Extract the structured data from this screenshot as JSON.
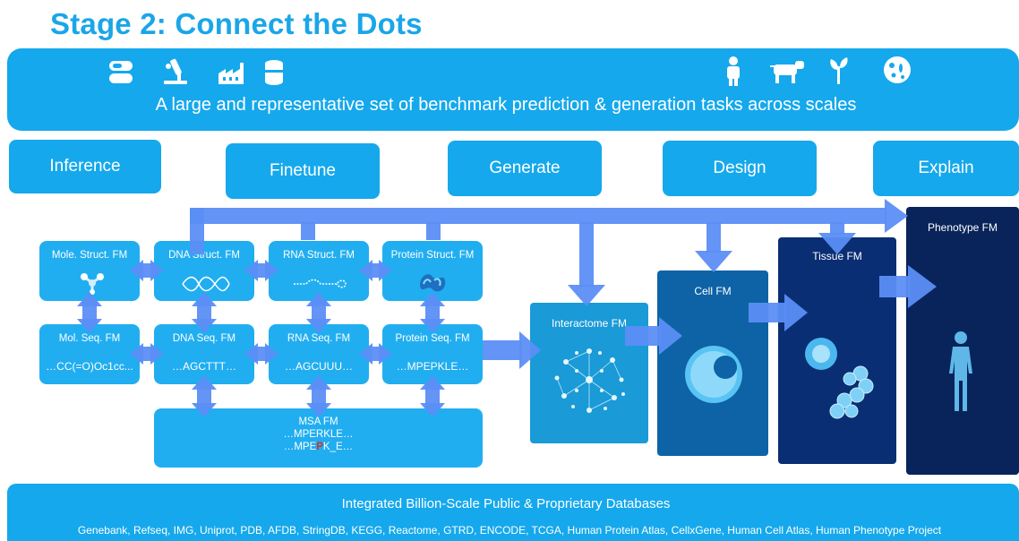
{
  "title": "Stage 2: Connect the Dots",
  "banner": {
    "text": "A large and representative set of benchmark prediction & generation tasks across scales",
    "left_icons": [
      "pill-icon",
      "microscope-icon",
      "factory-icon",
      "can-icon"
    ],
    "right_icons": [
      "person-icon",
      "cow-icon",
      "plant-icon",
      "microbe-icon"
    ]
  },
  "tasks": [
    "Inference",
    "Finetune",
    "Generate",
    "Design",
    "Explain"
  ],
  "struct_row": [
    "Mole. Struct. FM",
    "DNA Struct. FM",
    "RNA Struct. FM",
    "Protein Struct. FM"
  ],
  "seq_row": [
    {
      "label": "Mol. Seq. FM",
      "seq": "…CC(=O)Oc1cc..."
    },
    {
      "label": "DNA Seq. FM",
      "seq": "…AGCTTT…"
    },
    {
      "label": "RNA Seq. FM",
      "seq": "…AGCUUU…"
    },
    {
      "label": "Protein Seq. FM",
      "seq": "…MPEPKLE…"
    }
  ],
  "msa": {
    "label": "MSA FM",
    "line1": "…MPERKLE…",
    "line2_pre": "…MPE",
    "line2_highlight": "P",
    "line2_post": "K_E…"
  },
  "scales": [
    "Interactome FM",
    "Cell FM",
    "Tissue FM",
    "Phenotype FM"
  ],
  "databases": {
    "title": "Integrated Billion-Scale Public & Proprietary Databases",
    "list": "Genebank, Refseq, IMG, Uniprot, PDB, AFDB, StringDB, KEGG, Reactome, GTRD, ENCODE, TCGA, Human Protein Atlas, CellxGene, Human Cell Atlas, Human Phenotype Project"
  },
  "colors": {
    "banner": "#15a8ec",
    "module": "#21aef0",
    "arrow": "#5b8ef5",
    "interactome": "#1a9ad6",
    "cell": "#0d63a6",
    "tissue": "#0a2e73",
    "phenotype": "#08245a",
    "highlight": "#d0342c"
  }
}
